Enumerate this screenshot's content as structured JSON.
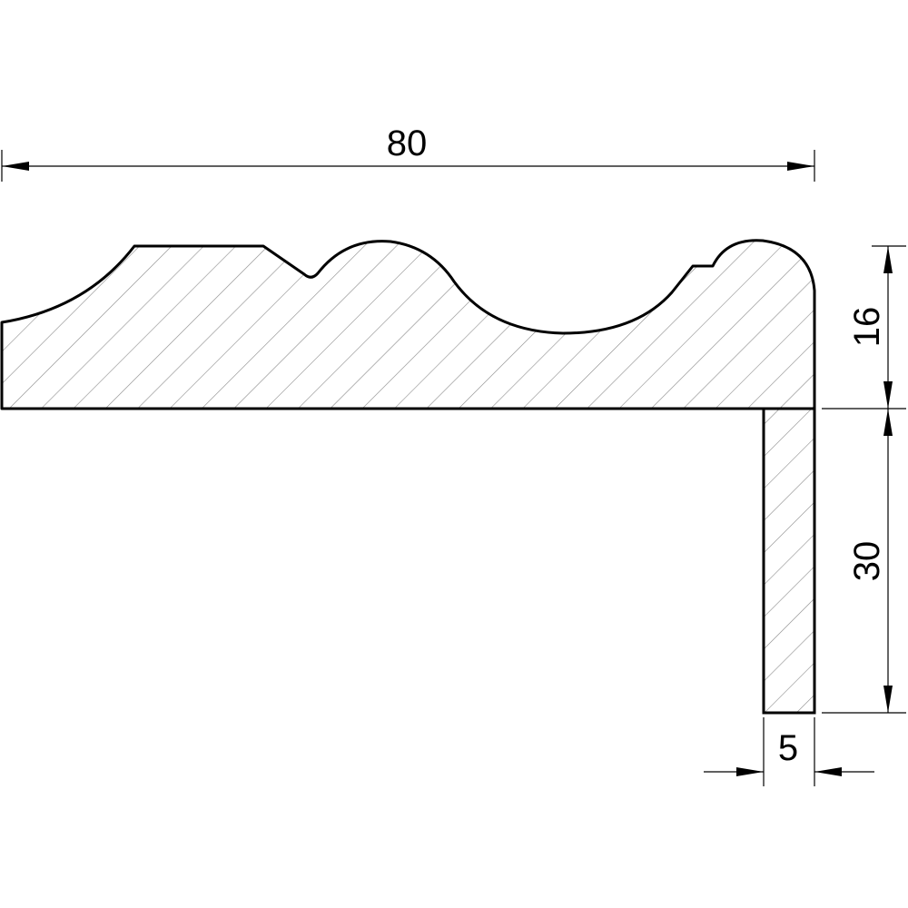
{
  "drawing": {
    "dimensions": {
      "overall_width": "80",
      "profile_height": "16",
      "leg_height": "30",
      "leg_thickness": "5"
    },
    "colors": {
      "outline": "#000000",
      "hatch": "#8a8a8a",
      "background": "#ffffff"
    }
  }
}
